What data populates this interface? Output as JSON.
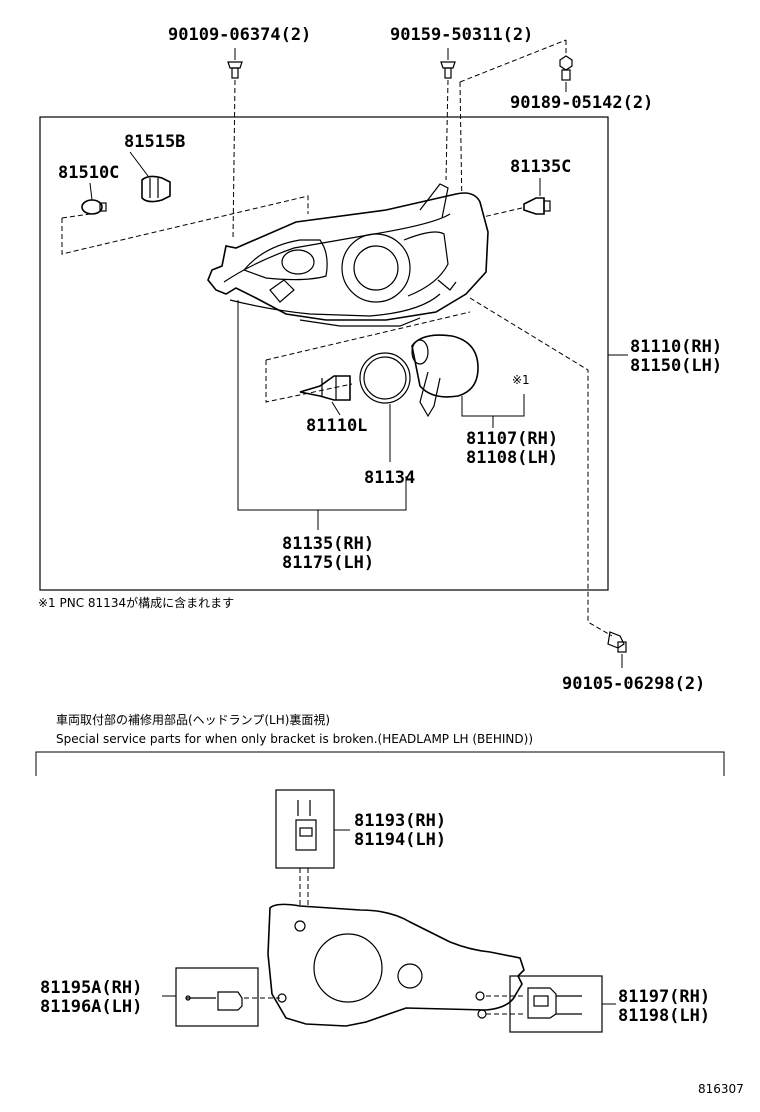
{
  "labels": {
    "p90109": "90109-06374(2)",
    "p90159": "90159-50311(2)",
    "p90189": "90189-05142(2)",
    "p81515b": "81515B",
    "p81510c": "81510C",
    "p81135c": "81135C",
    "p81110rh": "81110(RH)",
    "p81150lh": "81150(LH)",
    "note_mark": "※1",
    "p81110l": "81110L",
    "p81107rh": "81107(RH)",
    "p81108lh": "81108(LH)",
    "p81134": "81134",
    "p81135rh": "81135(RH)",
    "p81175lh": "81175(LH)",
    "p90105": "90105-06298(2)",
    "p81193rh": "81193(RH)",
    "p81194lh": "81194(LH)",
    "p81195rh": "81195A(RH)",
    "p81196lh": "81196A(LH)",
    "p81197rh": "81197(RH)",
    "p81198lh": "81198(LH)",
    "diagram_id": "816307"
  },
  "notes": {
    "footnote": "※1  PNC 81134が構成に含まれます",
    "section_title_jp": "車両取付部の補修用部品(ヘッドランプ(LH)裏面視)",
    "section_title_en": "Special service parts for when only bracket is broken.(HEADLAMP LH (BEHIND))"
  }
}
